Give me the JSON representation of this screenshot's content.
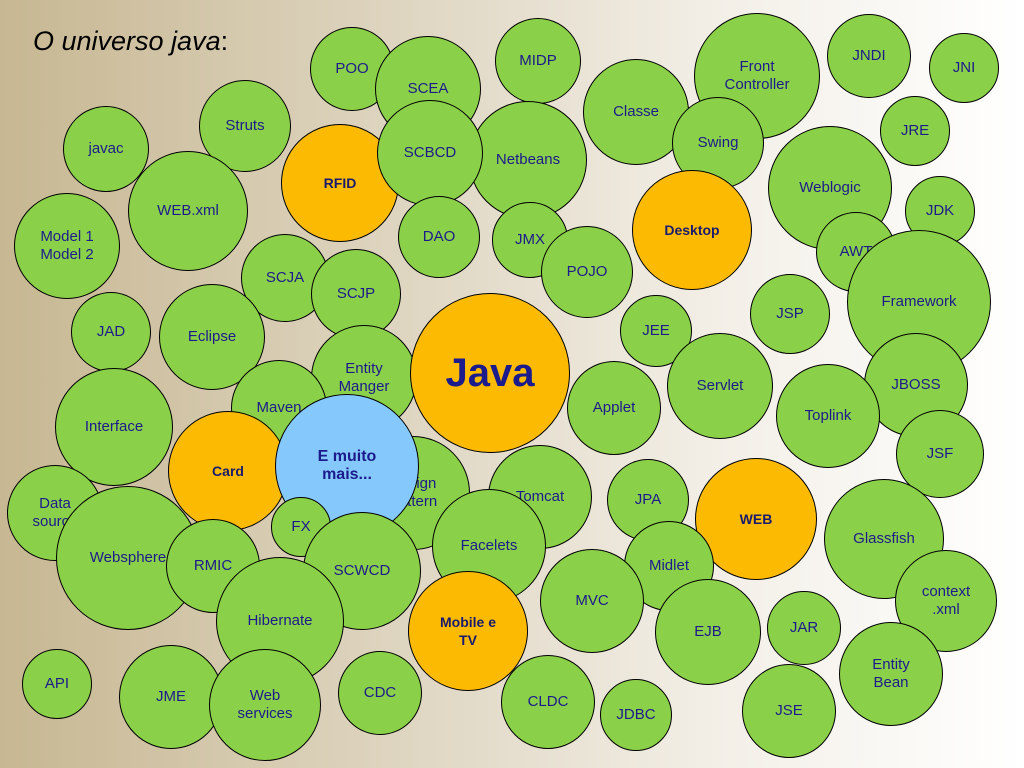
{
  "title": {
    "text": "O universo java",
    "suffix": ":"
  },
  "colors": {
    "green": "#8bd049",
    "orange": "#fcba03",
    "blue": "#85c8fb",
    "text": "#1b1b8c"
  },
  "bubbles": [
    {
      "label": "POO",
      "kind": "green"
    },
    {
      "label": "MIDP",
      "kind": "green"
    },
    {
      "label": "Front\nController",
      "kind": "green"
    },
    {
      "label": "JNDI",
      "kind": "green"
    },
    {
      "label": "JNI",
      "kind": "green"
    },
    {
      "label": "SCEA",
      "kind": "green"
    },
    {
      "label": "Struts",
      "kind": "green"
    },
    {
      "label": "Classe",
      "kind": "green"
    },
    {
      "label": "JRE",
      "kind": "green"
    },
    {
      "label": "javac",
      "kind": "green"
    },
    {
      "label": "RFID",
      "kind": "orange"
    },
    {
      "label": "Netbeans",
      "kind": "green"
    },
    {
      "label": "SCBCD",
      "kind": "green"
    },
    {
      "label": "Swing",
      "kind": "green"
    },
    {
      "label": "Weblogic",
      "kind": "green"
    },
    {
      "label": "WEB.xml",
      "kind": "green"
    },
    {
      "label": "Desktop",
      "kind": "orange"
    },
    {
      "label": "JDK",
      "kind": "green"
    },
    {
      "label": "Model 1\nModel 2",
      "kind": "green"
    },
    {
      "label": "DAO",
      "kind": "green"
    },
    {
      "label": "JMX",
      "kind": "green"
    },
    {
      "label": "AWT",
      "kind": "green"
    },
    {
      "label": "POJO",
      "kind": "green"
    },
    {
      "label": "SCJA",
      "kind": "green"
    },
    {
      "label": "SCJP",
      "kind": "green"
    },
    {
      "label": "Framework",
      "kind": "green"
    },
    {
      "label": "JSP",
      "kind": "green"
    },
    {
      "label": "JAD",
      "kind": "green"
    },
    {
      "label": "Eclipse",
      "kind": "green"
    },
    {
      "label": "JEE",
      "kind": "green"
    },
    {
      "label": "Entity\nManger",
      "kind": "green"
    },
    {
      "label": "Java",
      "kind": "orange",
      "big": true
    },
    {
      "label": "JBOSS",
      "kind": "green"
    },
    {
      "label": "Servlet",
      "kind": "green"
    },
    {
      "label": "Maven",
      "kind": "green"
    },
    {
      "label": "Applet",
      "kind": "green"
    },
    {
      "label": "Toplink",
      "kind": "green"
    },
    {
      "label": "Interface",
      "kind": "green"
    },
    {
      "label": "JSF",
      "kind": "green"
    },
    {
      "label": "Card",
      "kind": "orange"
    },
    {
      "label": "Design\nPattern",
      "kind": "green"
    },
    {
      "label": "E muito\nmais...",
      "kind": "blue"
    },
    {
      "label": "Tomcat",
      "kind": "green"
    },
    {
      "label": "JPA",
      "kind": "green"
    },
    {
      "label": "WEB",
      "kind": "orange"
    },
    {
      "label": "Data\nsource",
      "kind": "green"
    },
    {
      "label": "Glassfish",
      "kind": "green"
    },
    {
      "label": "Websphere",
      "kind": "green"
    },
    {
      "label": "FX",
      "kind": "green"
    },
    {
      "label": "Facelets",
      "kind": "green"
    },
    {
      "label": "Midlet",
      "kind": "green"
    },
    {
      "label": "RMIC",
      "kind": "green"
    },
    {
      "label": "SCWCD",
      "kind": "green"
    },
    {
      "label": "context\n.xml",
      "kind": "green"
    },
    {
      "label": "Mobile e\nTV",
      "kind": "orange"
    },
    {
      "label": "MVC",
      "kind": "green"
    },
    {
      "label": "Hibernate",
      "kind": "green"
    },
    {
      "label": "EJB",
      "kind": "green"
    },
    {
      "label": "JAR",
      "kind": "green"
    },
    {
      "label": "Entity\nBean",
      "kind": "green"
    },
    {
      "label": "API",
      "kind": "green"
    },
    {
      "label": "CDC",
      "kind": "green"
    },
    {
      "label": "JME",
      "kind": "green"
    },
    {
      "label": "Web\nservices",
      "kind": "green"
    },
    {
      "label": "CLDC",
      "kind": "green"
    },
    {
      "label": "JDBC",
      "kind": "green"
    },
    {
      "label": "JSE",
      "kind": "green"
    }
  ]
}
